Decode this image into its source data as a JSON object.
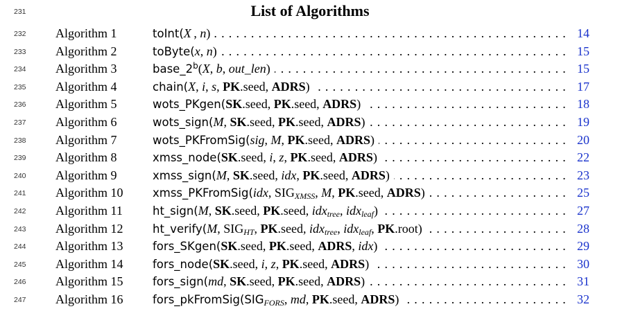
{
  "title_line": "231",
  "title": "List of Algorithms",
  "entries": [
    {
      "line": "232",
      "label": "Algorithm 1",
      "page": "14",
      "parts": [
        [
          "fn",
          "toInt("
        ],
        [
          "i",
          "X"
        ],
        [
          "",
          " , "
        ],
        [
          "i",
          "n"
        ],
        [
          "",
          ")"
        ]
      ]
    },
    {
      "line": "233",
      "label": "Algorithm 2",
      "page": "15",
      "parts": [
        [
          "fn",
          "toByte("
        ],
        [
          "i",
          "x"
        ],
        [
          "",
          ", "
        ],
        [
          "i",
          "n"
        ],
        [
          "",
          ")"
        ]
      ]
    },
    {
      "line": "234",
      "label": "Algorithm 3",
      "page": "15",
      "parts": [
        [
          "fn",
          "base_2"
        ],
        [
          "sup",
          "b"
        ],
        [
          "",
          "("
        ],
        [
          "i",
          "X"
        ],
        [
          "",
          ", "
        ],
        [
          "i",
          "b"
        ],
        [
          "",
          ", "
        ],
        [
          "i",
          "out_len"
        ],
        [
          "",
          ")"
        ]
      ]
    },
    {
      "line": "235",
      "label": "Algorithm 4",
      "page": "17",
      "parts": [
        [
          "fn",
          "chain("
        ],
        [
          "i",
          "X"
        ],
        [
          "",
          ", "
        ],
        [
          "i",
          "i"
        ],
        [
          "",
          ", "
        ],
        [
          "i",
          "s"
        ],
        [
          "",
          ", "
        ],
        [
          "b",
          "PK"
        ],
        [
          "",
          ".seed, "
        ],
        [
          "b",
          "ADRS"
        ],
        [
          "",
          ")"
        ]
      ]
    },
    {
      "line": "236",
      "label": "Algorithm 5",
      "page": "18",
      "parts": [
        [
          "fn",
          "wots_PKgen("
        ],
        [
          "b",
          "SK"
        ],
        [
          "",
          ".seed, "
        ],
        [
          "b",
          "PK"
        ],
        [
          "",
          ".seed, "
        ],
        [
          "b",
          "ADRS"
        ],
        [
          "",
          ")"
        ]
      ]
    },
    {
      "line": "237",
      "label": "Algorithm 6",
      "page": "19",
      "parts": [
        [
          "fn",
          "wots_sign("
        ],
        [
          "i",
          "M"
        ],
        [
          "",
          ", "
        ],
        [
          "b",
          "SK"
        ],
        [
          "",
          ".seed, "
        ],
        [
          "b",
          "PK"
        ],
        [
          "",
          ".seed, "
        ],
        [
          "b",
          "ADRS"
        ],
        [
          "",
          ")"
        ]
      ]
    },
    {
      "line": "238",
      "label": "Algorithm 7",
      "page": "20",
      "parts": [
        [
          "fn",
          "wots_PKFromSig("
        ],
        [
          "i",
          "sig"
        ],
        [
          "",
          ", "
        ],
        [
          "i",
          "M"
        ],
        [
          "",
          ", "
        ],
        [
          "b",
          "PK"
        ],
        [
          "",
          ".seed, "
        ],
        [
          "b",
          "ADRS"
        ],
        [
          "",
          ")"
        ]
      ]
    },
    {
      "line": "239",
      "label": "Algorithm 8",
      "page": "22",
      "parts": [
        [
          "fn",
          "xmss_node("
        ],
        [
          "b",
          "SK"
        ],
        [
          "",
          ".seed, "
        ],
        [
          "i",
          "i"
        ],
        [
          "",
          ", "
        ],
        [
          "i",
          "z"
        ],
        [
          "",
          ", "
        ],
        [
          "b",
          "PK"
        ],
        [
          "",
          ".seed, "
        ],
        [
          "b",
          "ADRS"
        ],
        [
          "",
          ")"
        ]
      ]
    },
    {
      "line": "240",
      "label": "Algorithm 9",
      "page": "23",
      "parts": [
        [
          "fn",
          "xmss_sign("
        ],
        [
          "i",
          "M"
        ],
        [
          "",
          ", "
        ],
        [
          "b",
          "SK"
        ],
        [
          "",
          ".seed, "
        ],
        [
          "i",
          "idx"
        ],
        [
          "",
          ", "
        ],
        [
          "b",
          "PK"
        ],
        [
          "",
          ".seed, "
        ],
        [
          "b",
          "ADRS"
        ],
        [
          "",
          ")"
        ]
      ]
    },
    {
      "line": "241",
      "label": "Algorithm 10",
      "page": "25",
      "parts": [
        [
          "fn",
          "xmss_PKFromSig("
        ],
        [
          "i",
          "idx"
        ],
        [
          "",
          ", SIG"
        ],
        [
          "sub",
          "XMSS"
        ],
        [
          "",
          ", "
        ],
        [
          "i",
          "M"
        ],
        [
          "",
          ", "
        ],
        [
          "b",
          "PK"
        ],
        [
          "",
          ".seed, "
        ],
        [
          "b",
          "ADRS"
        ],
        [
          "",
          ")"
        ]
      ]
    },
    {
      "line": "242",
      "label": "Algorithm 11",
      "page": "27",
      "parts": [
        [
          "fn",
          "ht_sign("
        ],
        [
          "i",
          "M"
        ],
        [
          "",
          ", "
        ],
        [
          "b",
          "SK"
        ],
        [
          "",
          ".seed, "
        ],
        [
          "b",
          "PK"
        ],
        [
          "",
          ".seed, "
        ],
        [
          "i",
          "idx"
        ],
        [
          "sub",
          "tree"
        ],
        [
          "",
          ", "
        ],
        [
          "i",
          "idx"
        ],
        [
          "sub",
          "leaf"
        ],
        [
          "",
          ")"
        ]
      ]
    },
    {
      "line": "243",
      "label": "Algorithm 12",
      "page": "28",
      "parts": [
        [
          "fn",
          "ht_verify("
        ],
        [
          "i",
          "M"
        ],
        [
          "",
          ", SIG"
        ],
        [
          "sub",
          "HT"
        ],
        [
          "",
          ", "
        ],
        [
          "b",
          "PK"
        ],
        [
          "",
          ".seed, "
        ],
        [
          "i",
          "idx"
        ],
        [
          "sub",
          "tree"
        ],
        [
          "",
          ", "
        ],
        [
          "i",
          "idx"
        ],
        [
          "sub",
          "leaf"
        ],
        [
          "",
          ", "
        ],
        [
          "b",
          "PK"
        ],
        [
          "",
          ".root)"
        ]
      ]
    },
    {
      "line": "244",
      "label": "Algorithm 13",
      "page": "29",
      "parts": [
        [
          "fn",
          "fors_SKgen("
        ],
        [
          "b",
          "SK"
        ],
        [
          "",
          ".seed, "
        ],
        [
          "b",
          "PK"
        ],
        [
          "",
          ".seed, "
        ],
        [
          "b",
          "ADRS"
        ],
        [
          "",
          ", "
        ],
        [
          "i",
          "idx"
        ],
        [
          "",
          ")"
        ]
      ]
    },
    {
      "line": "245",
      "label": "Algorithm 14",
      "page": "30",
      "parts": [
        [
          "fn",
          "fors_node("
        ],
        [
          "b",
          "SK"
        ],
        [
          "",
          ".seed, "
        ],
        [
          "i",
          "i"
        ],
        [
          "",
          ", "
        ],
        [
          "i",
          "z"
        ],
        [
          "",
          ", "
        ],
        [
          "b",
          "PK"
        ],
        [
          "",
          ".seed, "
        ],
        [
          "b",
          "ADRS"
        ],
        [
          "",
          ")"
        ]
      ]
    },
    {
      "line": "246",
      "label": "Algorithm 15",
      "page": "31",
      "parts": [
        [
          "fn",
          "fors_sign("
        ],
        [
          "i",
          "md"
        ],
        [
          "",
          ", "
        ],
        [
          "b",
          "SK"
        ],
        [
          "",
          ".seed, "
        ],
        [
          "b",
          "PK"
        ],
        [
          "",
          ".seed, "
        ],
        [
          "b",
          "ADRS"
        ],
        [
          "",
          ")"
        ]
      ]
    },
    {
      "line": "247",
      "label": "Algorithm 16",
      "page": "32",
      "parts": [
        [
          "fn",
          "fors_pkFromSig(SIG"
        ],
        [
          "sub",
          "FORS"
        ],
        [
          "",
          ", "
        ],
        [
          "i",
          "md"
        ],
        [
          "",
          ", "
        ],
        [
          "b",
          "PK"
        ],
        [
          "",
          ".seed, "
        ],
        [
          "b",
          "ADRS"
        ],
        [
          "",
          ")"
        ]
      ]
    }
  ]
}
